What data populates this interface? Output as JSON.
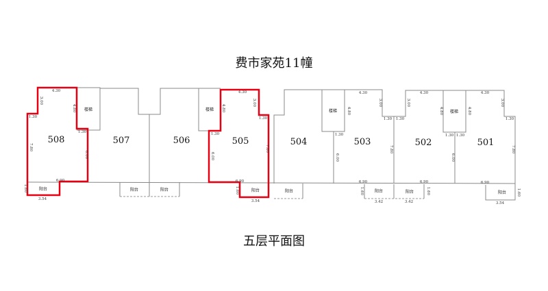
{
  "title": "费市家苑11幢",
  "subtitle": "五层平面图",
  "units": [
    "508",
    "507",
    "506",
    "505",
    "504",
    "503",
    "502",
    "501"
  ],
  "stair_label": "楼梯",
  "balcony_label": "阳台",
  "dims": {
    "d430": "4.30",
    "d300": "3.00",
    "d480": "4.80",
    "d130": "1.30",
    "d780": "7.80",
    "d600": "6.00",
    "d690": "6.90",
    "d160": "1.60",
    "d354": "3.54",
    "d342": "3.42"
  },
  "highlight_color": "#e60012"
}
